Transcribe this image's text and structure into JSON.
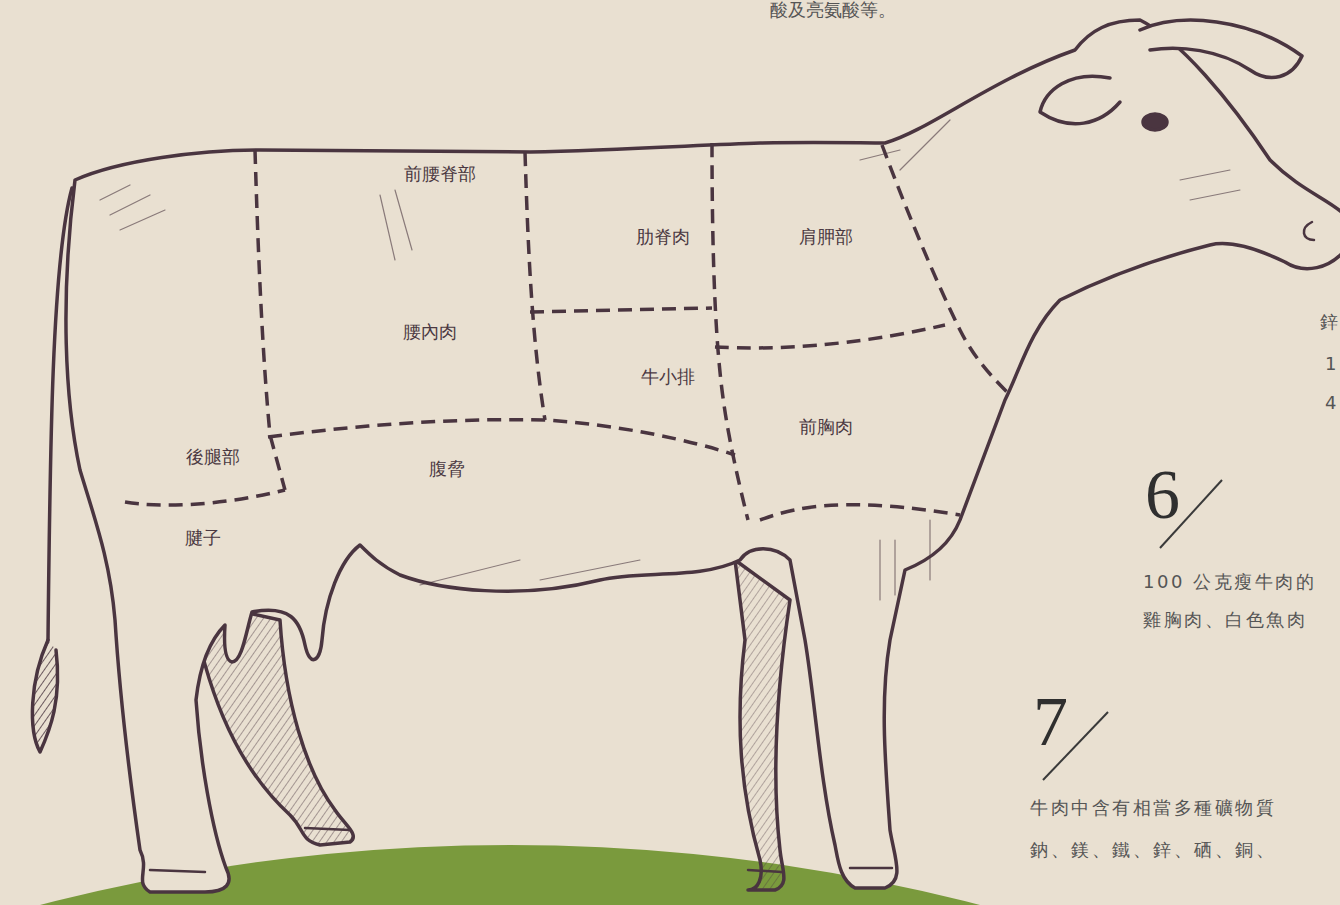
{
  "diagram": {
    "labels": [
      "酸及亮氨酸等。",
      "前腰脊部",
      "肋脊肉",
      "肩胛部",
      "腰內肉",
      "牛小排",
      "前胸肉",
      "後腿部",
      "腹脅",
      "腱子",
      "鋅",
      "1",
      "4",
      "6",
      "100 公克瘦牛肉的 雞胸肉、白色魚肉",
      "7",
      "牛肉中含有相當多種礦物質 鈉、鎂、鐵、鋅、硒、銅、"
    ]
  }
}
